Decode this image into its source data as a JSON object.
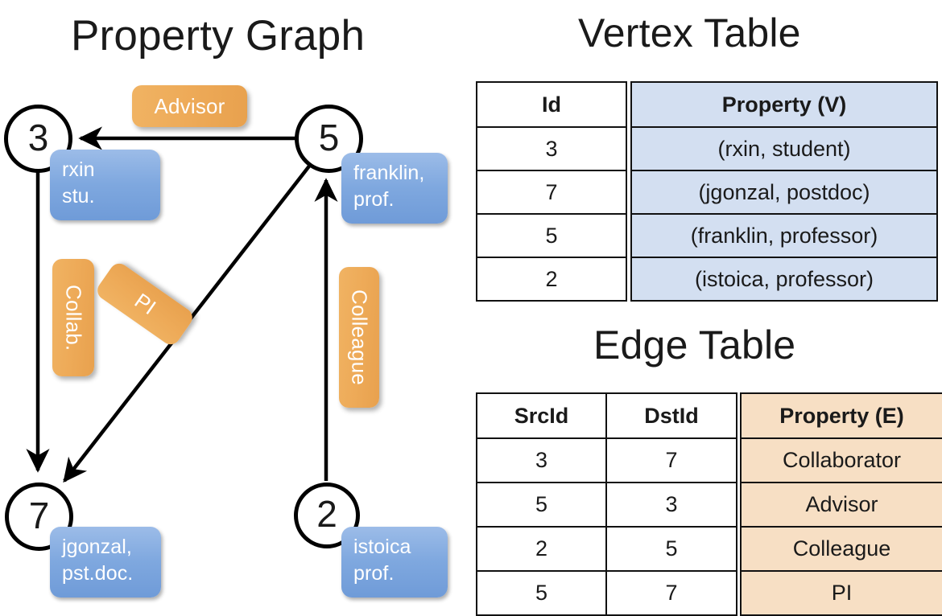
{
  "titles": {
    "property_graph": "Property Graph",
    "vertex_table": "Vertex Table",
    "edge_table": "Edge Table"
  },
  "graph": {
    "nodes": [
      {
        "id": "3",
        "property_lines": [
          "rxin",
          "stu."
        ]
      },
      {
        "id": "5",
        "property_lines": [
          "franklin,",
          "prof."
        ]
      },
      {
        "id": "7",
        "property_lines": [
          "jgonzal,",
          "pst.doc."
        ]
      },
      {
        "id": "2",
        "property_lines": [
          "istoica",
          "prof."
        ]
      }
    ],
    "edge_labels": [
      {
        "name": "advisor-chip",
        "text": "Advisor",
        "from": "5",
        "to": "3"
      },
      {
        "name": "collab-chip",
        "text": "Collab.",
        "from": "3",
        "to": "7"
      },
      {
        "name": "pi-chip",
        "text": "PI",
        "from": "5",
        "to": "7"
      },
      {
        "name": "colleague-chip",
        "text": "Colleague",
        "from": "2",
        "to": "5"
      }
    ]
  },
  "vertex_table": {
    "headers": [
      "Id",
      "Property (V)"
    ],
    "rows": [
      {
        "id": "3",
        "property": "(rxin, student)"
      },
      {
        "id": "7",
        "property": "(jgonzal, postdoc)"
      },
      {
        "id": "5",
        "property": "(franklin, professor)"
      },
      {
        "id": "2",
        "property": "(istoica, professor)"
      }
    ]
  },
  "edge_table": {
    "headers": [
      "SrcId",
      "DstId",
      "Property (E)"
    ],
    "rows": [
      {
        "src": "3",
        "dst": "7",
        "property": "Collaborator"
      },
      {
        "src": "5",
        "dst": "3",
        "property": "Advisor"
      },
      {
        "src": "2",
        "dst": "5",
        "property": "Colleague"
      },
      {
        "src": "5",
        "dst": "7",
        "property": "PI"
      }
    ]
  },
  "colors": {
    "vertex_property_fill": "#d3dff1",
    "edge_property_fill": "#f7dfc4",
    "node_property_box": "#7fa8df",
    "edge_label_chip": "#eeab59"
  }
}
